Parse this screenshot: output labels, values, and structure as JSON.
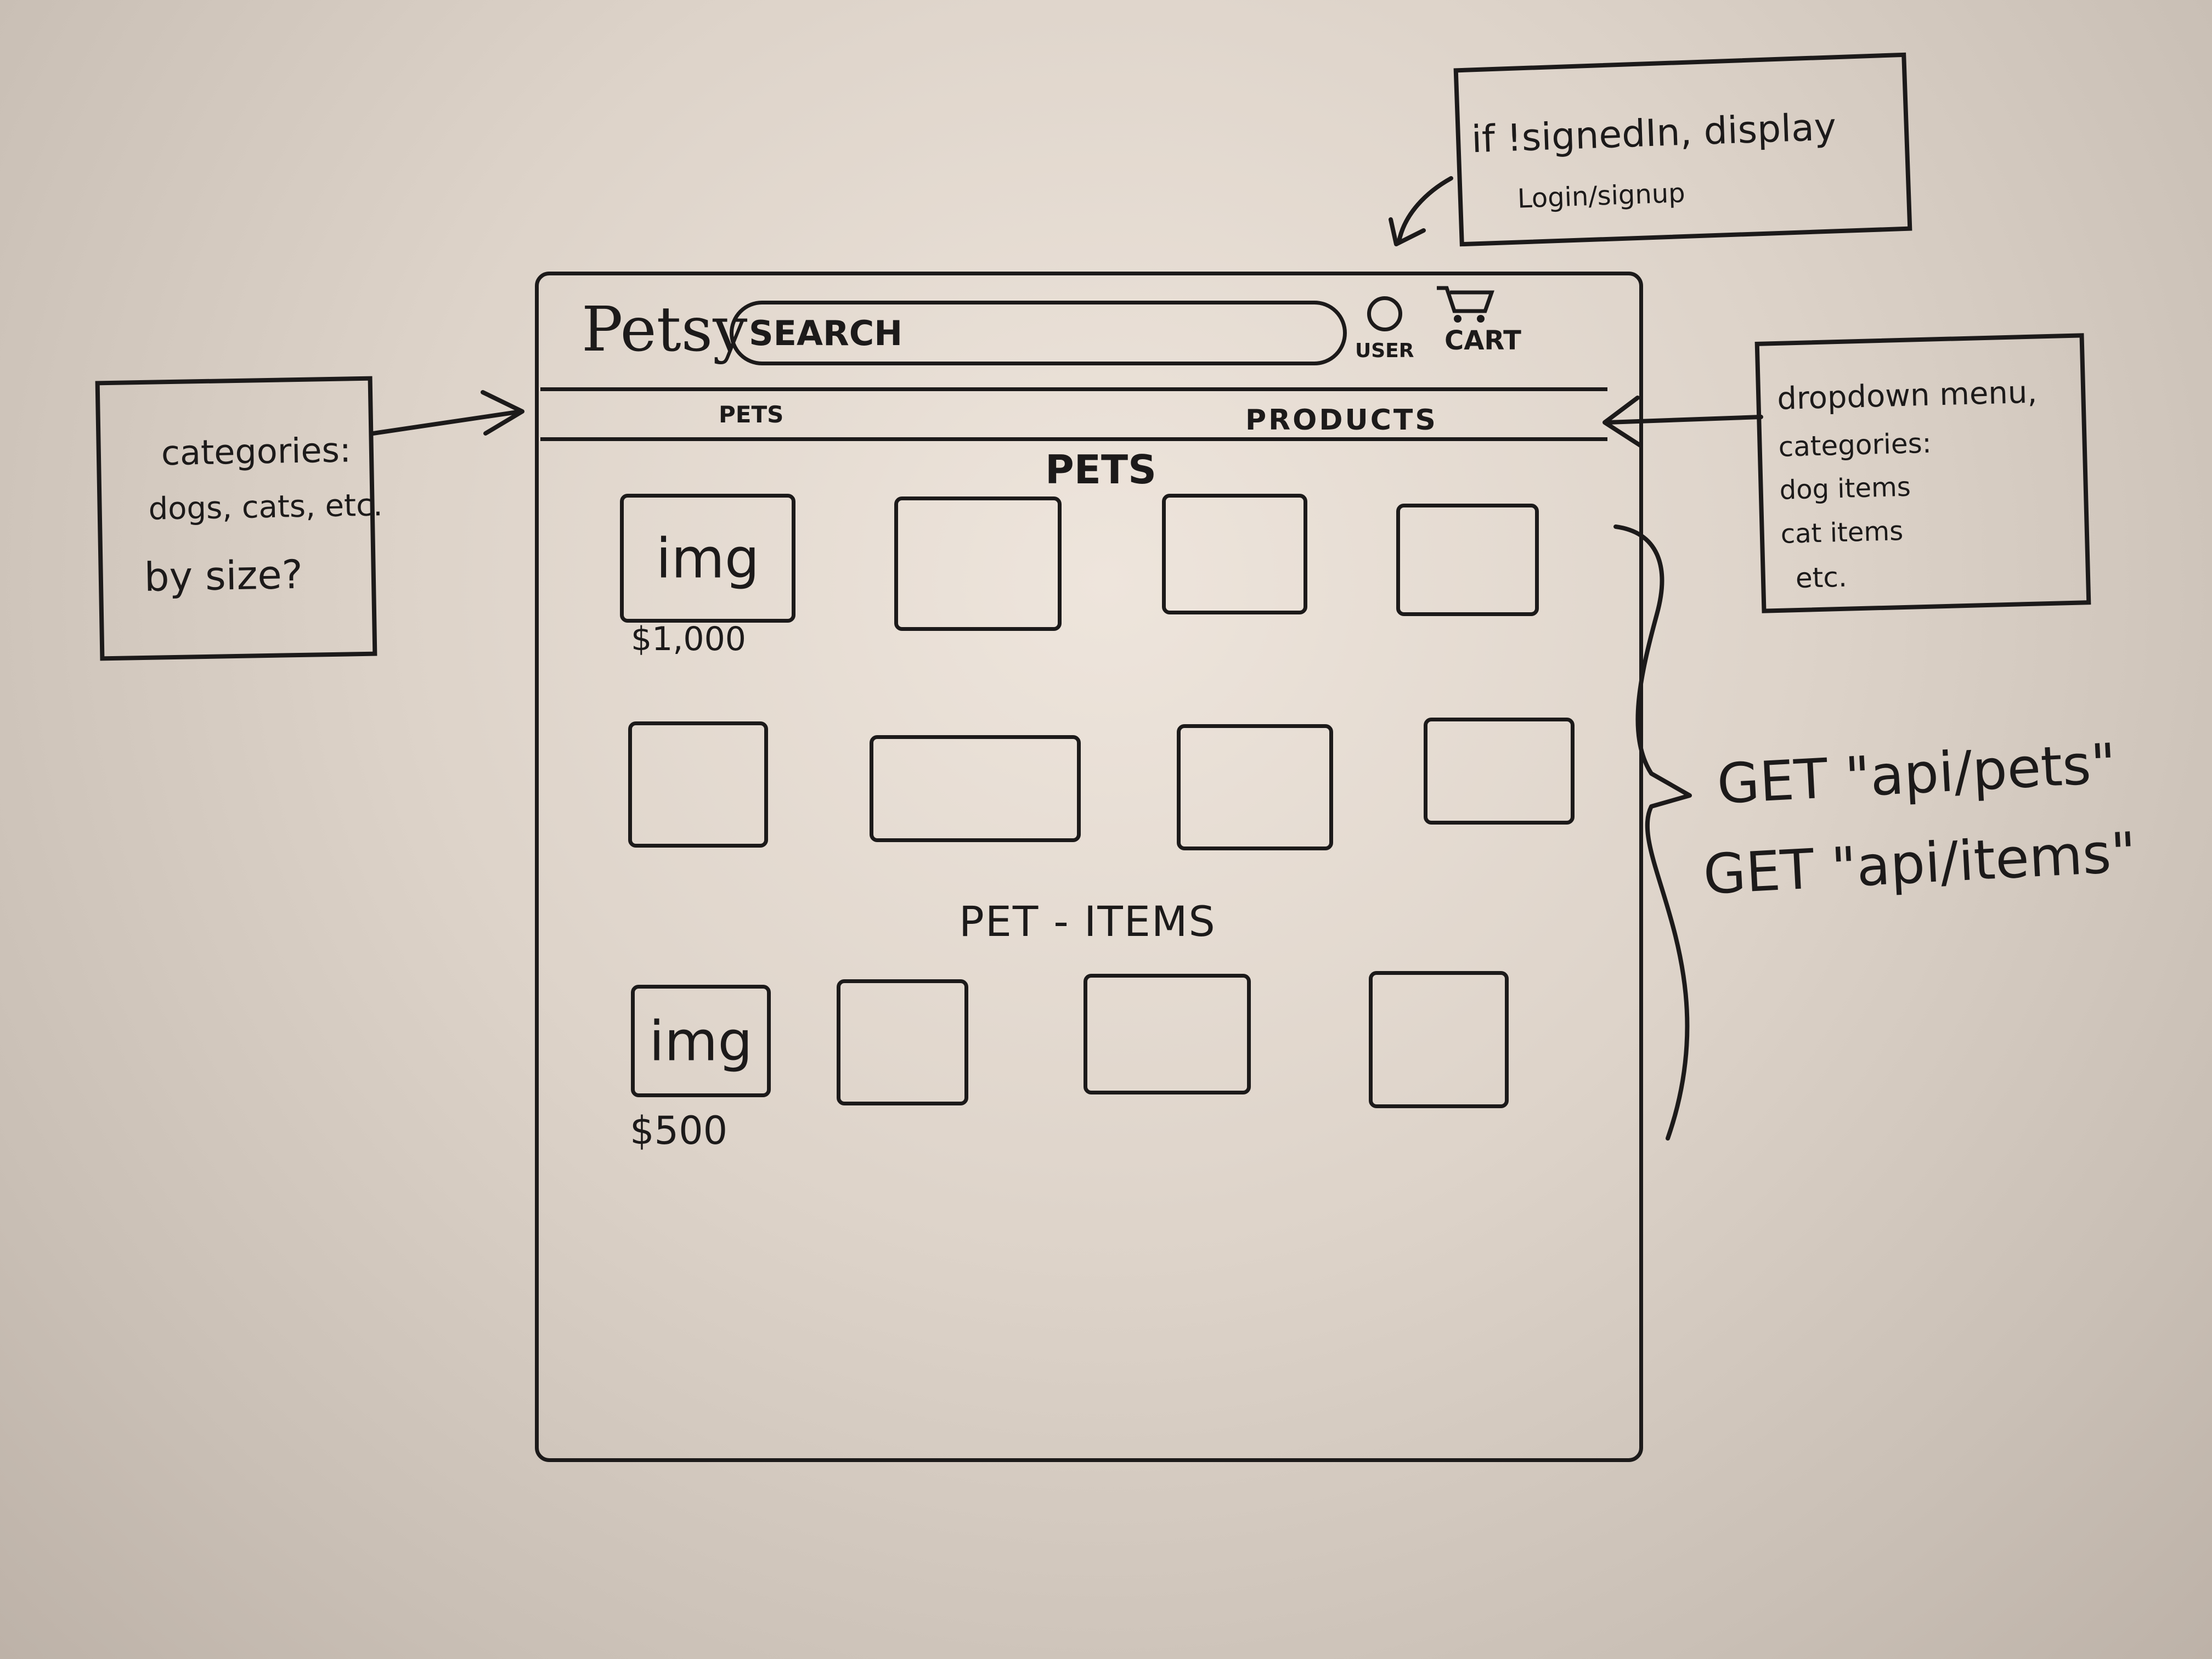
{
  "wireframe": {
    "header": {
      "logo": "Petsy",
      "search": "SEARCH",
      "user": "USER",
      "cart": "CART"
    },
    "nav": {
      "pets": "PETS",
      "products": "PRODUCTS"
    },
    "sections": {
      "pets_title": "PETS",
      "pet_items_title": "PET - ITEMS"
    },
    "cards": {
      "img_label": "img",
      "pet_price": "$1,000",
      "item_price": "$500"
    }
  },
  "notes": {
    "categories": [
      "categories:",
      "dogs, cats, etc.",
      "by size?"
    ],
    "signed_in": [
      "if !signedIn, display",
      "Login/signup"
    ],
    "dropdown": [
      "dropdown menu,",
      "categories:",
      "dog items",
      "cat items",
      "etc."
    ],
    "api": [
      "GET \"api/pets\"",
      "GET \"api/items\""
    ]
  }
}
